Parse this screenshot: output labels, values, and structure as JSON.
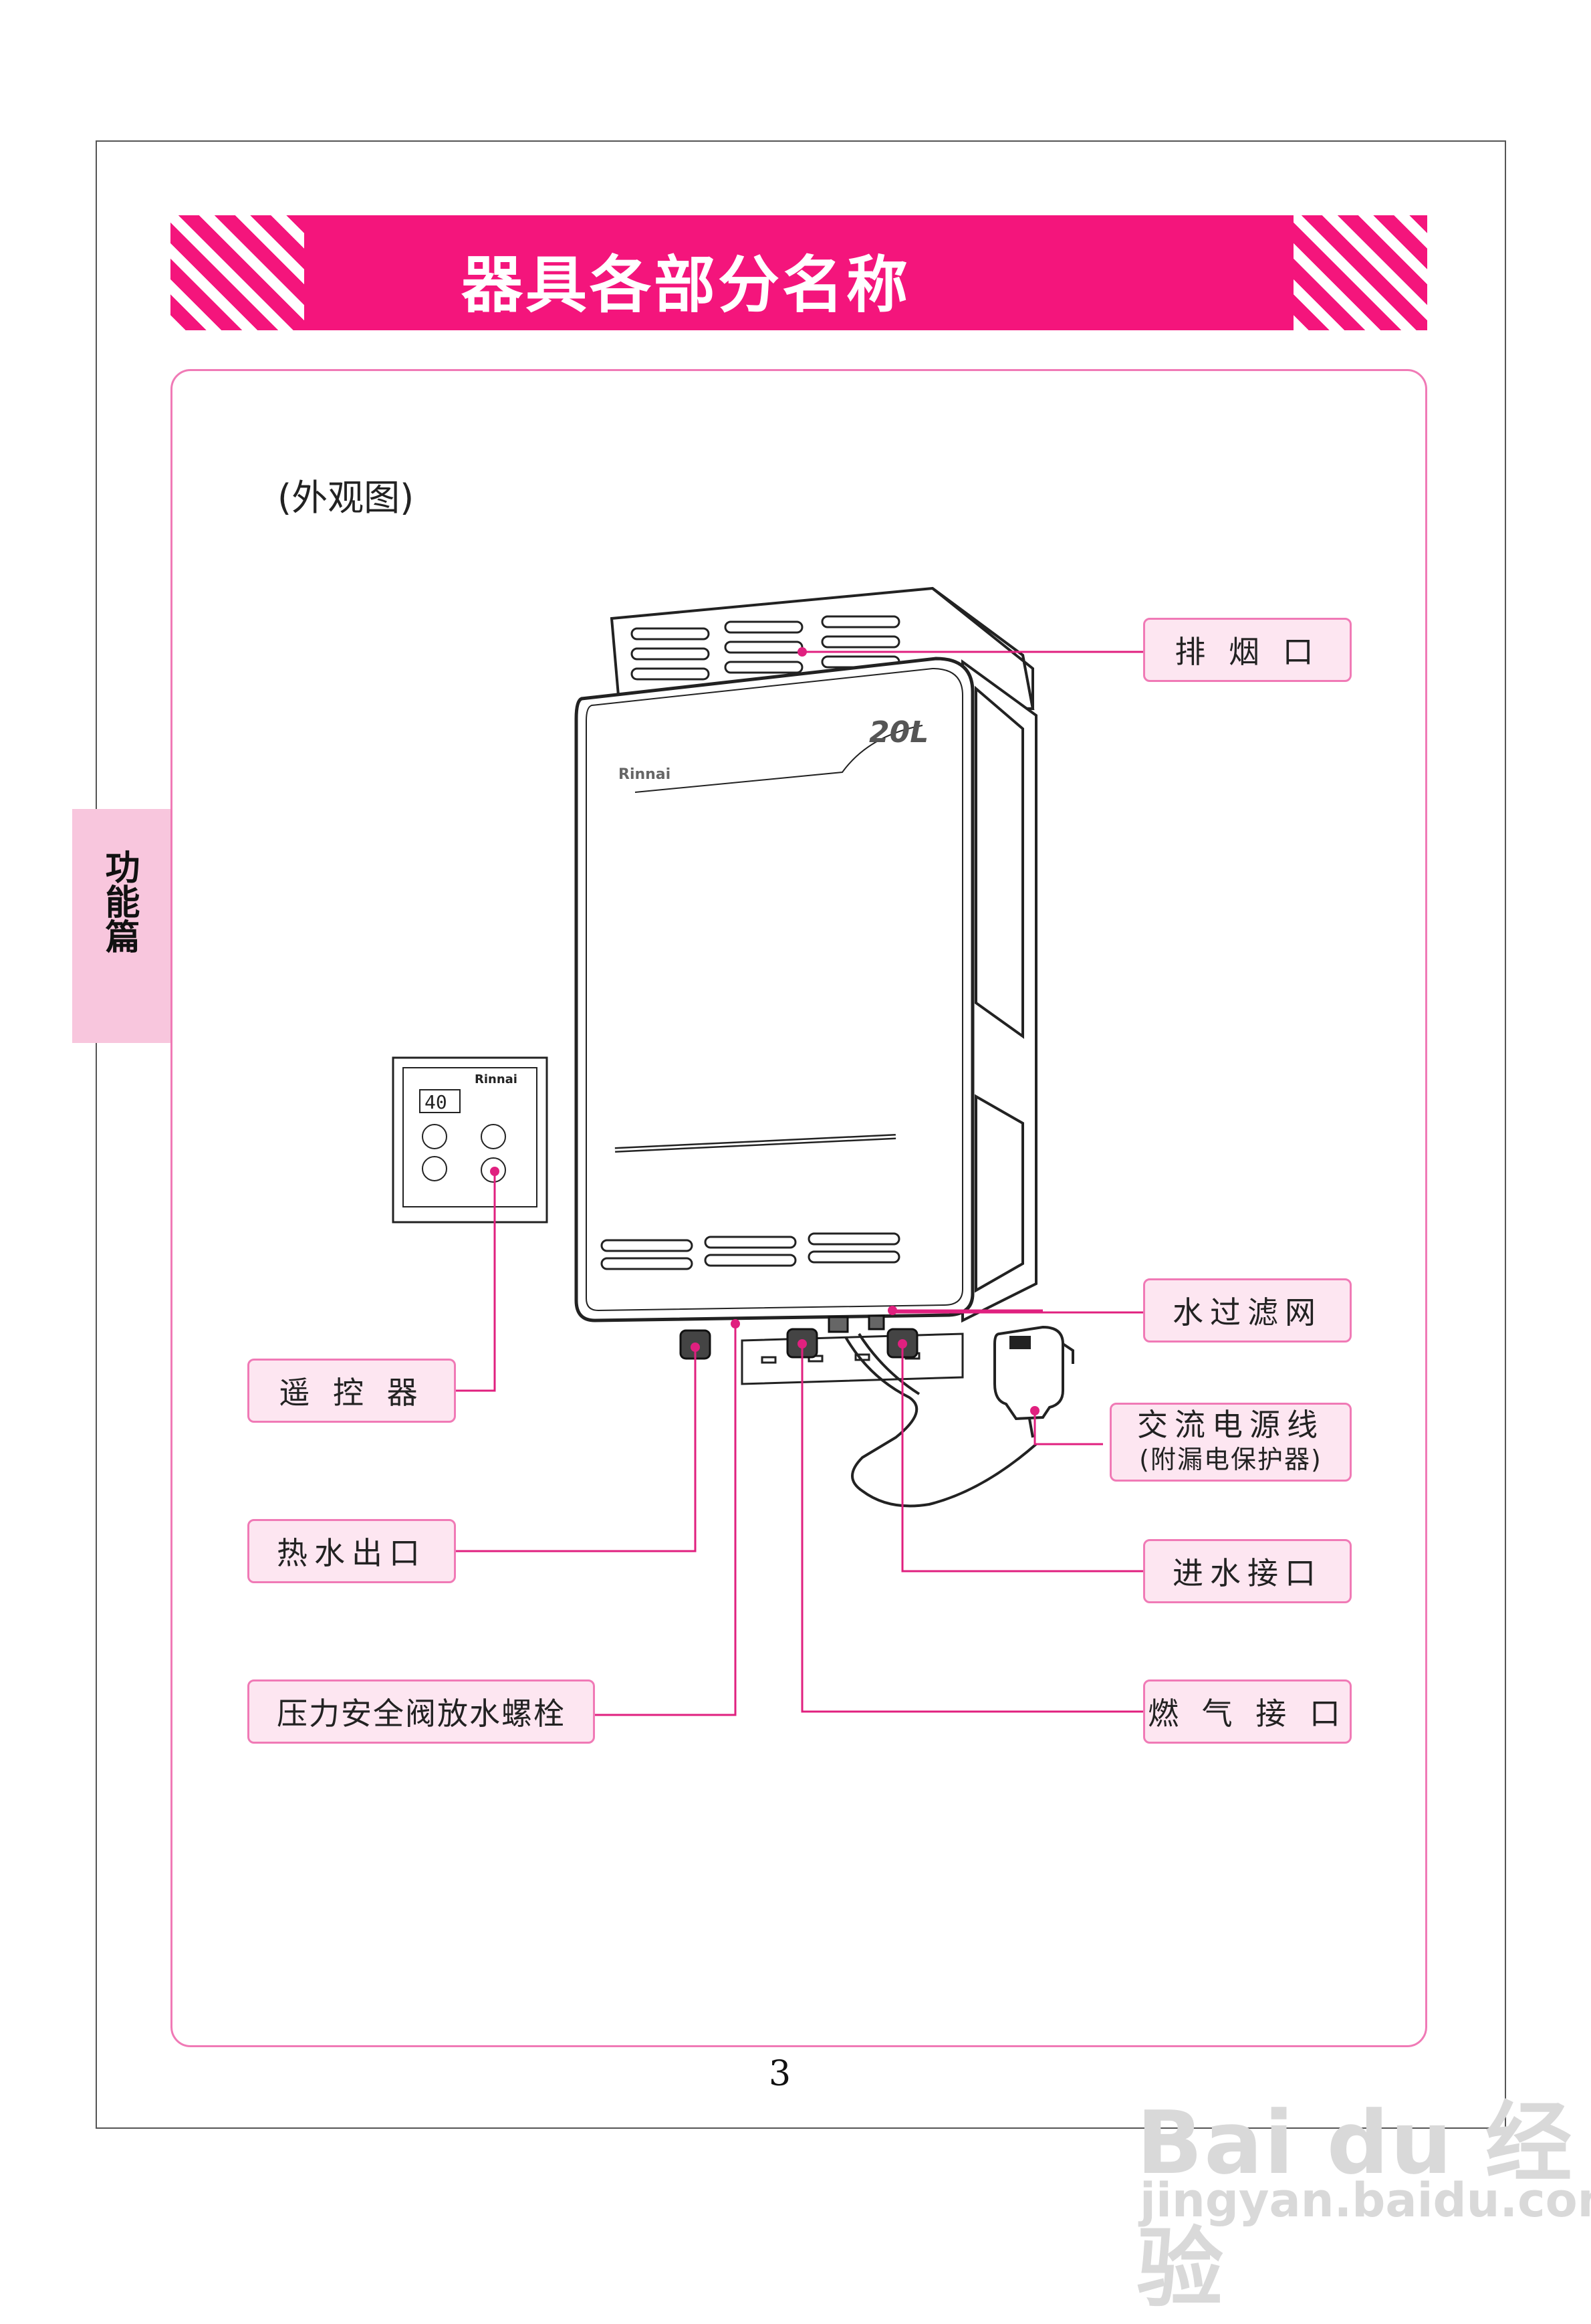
{
  "header": {
    "title": "器具各部分名称"
  },
  "subtitle": "(外观图)",
  "side_tab": {
    "label": "功能篇"
  },
  "device": {
    "badge": "20L",
    "brand": "Rinnai",
    "remote_display": "40"
  },
  "labels": {
    "exhaust": "排 烟 口",
    "filter": "水过滤网",
    "power_cord": "交流电源线",
    "power_cord_note": "(附漏电保护器)",
    "water_inlet": "进水接口",
    "gas_inlet": "燃 气 接 口",
    "remote": "遥 控 器",
    "hot_water_outlet": "热水出口",
    "drain_bolt": "压力安全阀放水螺栓"
  },
  "page_number": "3",
  "watermark": {
    "logo": "Bai du 经验",
    "url": "jingyan.baidu.com"
  },
  "colors": {
    "accent": "#f4157c",
    "line": "#e0207f",
    "label_bg": "#fde6f1"
  }
}
